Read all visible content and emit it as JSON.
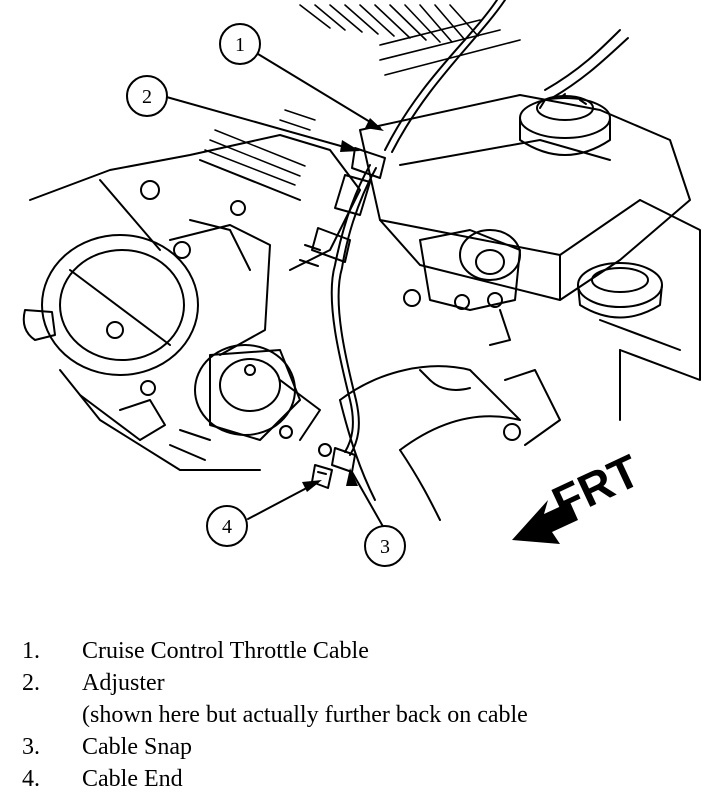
{
  "callouts": [
    {
      "number": "1"
    },
    {
      "number": "2"
    },
    {
      "number": "3"
    },
    {
      "number": "4"
    }
  ],
  "direction_label": "FRT",
  "legend": [
    {
      "number": "1.",
      "text": "Cruise Control Throttle Cable"
    },
    {
      "number": "2.",
      "text": "Adjuster"
    },
    {
      "number": "",
      "text": "(shown here but actually further back on cable"
    },
    {
      "number": "3.",
      "text": "Cable Snap"
    },
    {
      "number": "4.",
      "text": "Cable End"
    }
  ]
}
